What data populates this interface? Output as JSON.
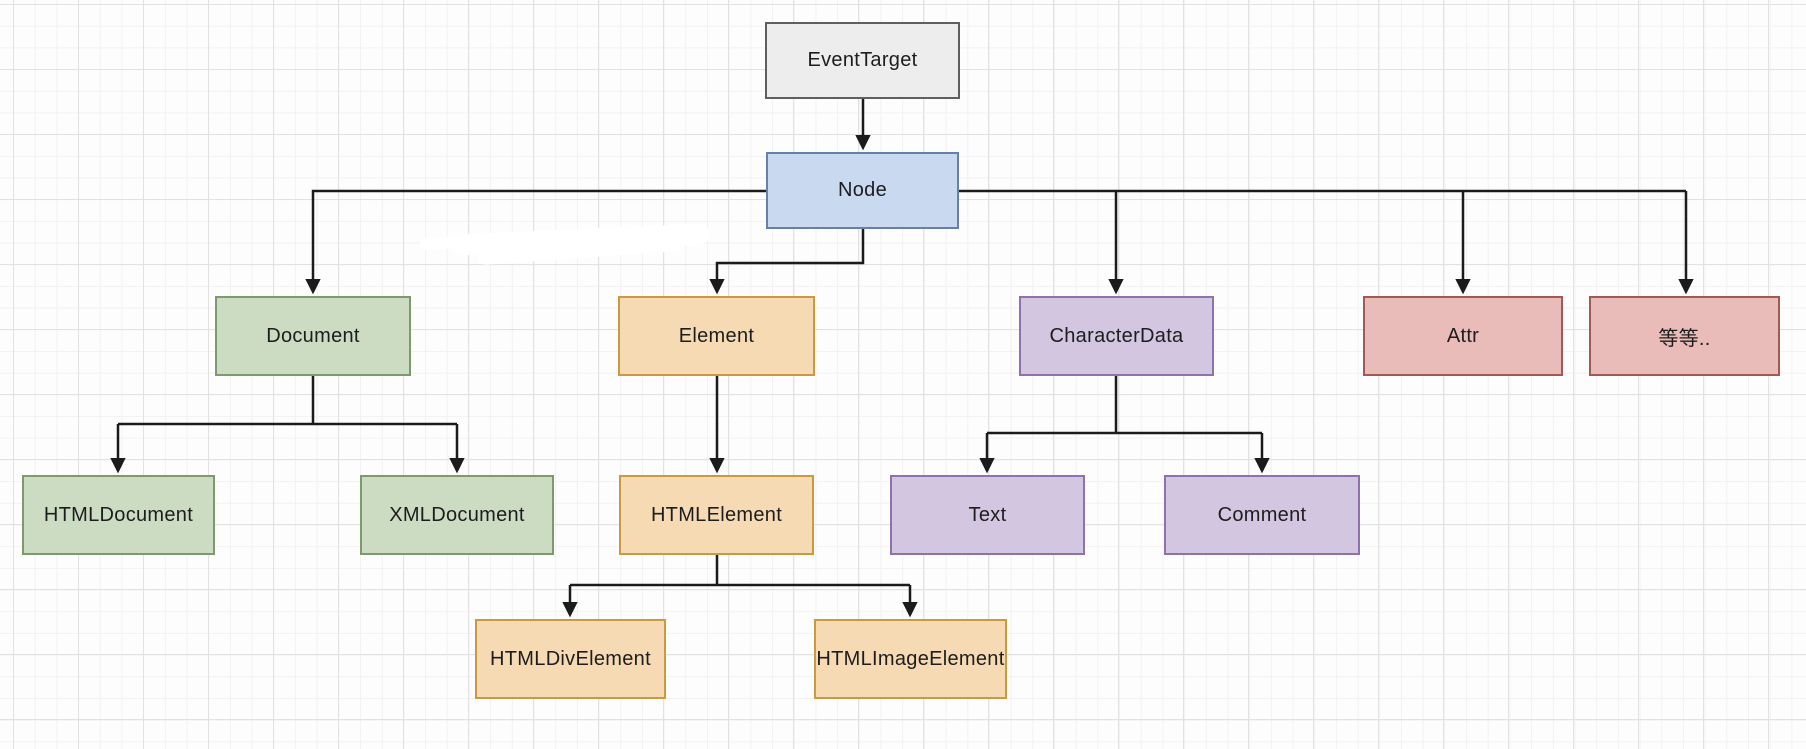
{
  "nodes": [
    {
      "id": "event-target",
      "label": "EventTarget",
      "family": "gray"
    },
    {
      "id": "node",
      "label": "Node",
      "family": "blue"
    },
    {
      "id": "document",
      "label": "Document",
      "family": "green"
    },
    {
      "id": "element",
      "label": "Element",
      "family": "orange"
    },
    {
      "id": "character-data",
      "label": "CharacterData",
      "family": "purple"
    },
    {
      "id": "attr",
      "label": "Attr",
      "family": "red"
    },
    {
      "id": "etc",
      "label": "等等..",
      "family": "red"
    },
    {
      "id": "html-document",
      "label": "HTMLDocument",
      "family": "green"
    },
    {
      "id": "xml-document",
      "label": "XMLDocument",
      "family": "green"
    },
    {
      "id": "html-element",
      "label": "HTMLElement",
      "family": "orange"
    },
    {
      "id": "text",
      "label": "Text",
      "family": "purple"
    },
    {
      "id": "comment",
      "label": "Comment",
      "family": "purple"
    },
    {
      "id": "html-div-element",
      "label": "HTMLDivElement",
      "family": "orange"
    },
    {
      "id": "html-image-element",
      "label": "HTMLImageElement",
      "family": "orange"
    }
  ],
  "edges": [
    {
      "from": "EventTarget",
      "to": "Node"
    },
    {
      "from": "Node",
      "to": "Document"
    },
    {
      "from": "Node",
      "to": "Element"
    },
    {
      "from": "Node",
      "to": "CharacterData"
    },
    {
      "from": "Node",
      "to": "Attr"
    },
    {
      "from": "Node",
      "to": "等等.."
    },
    {
      "from": "Document",
      "to": "HTMLDocument"
    },
    {
      "from": "Document",
      "to": "XMLDocument"
    },
    {
      "from": "Element",
      "to": "HTMLElement"
    },
    {
      "from": "CharacterData",
      "to": "Text"
    },
    {
      "from": "CharacterData",
      "to": "Comment"
    },
    {
      "from": "HTMLElement",
      "to": "HTMLDivElement"
    },
    {
      "from": "HTMLElement",
      "to": "HTMLImageElement"
    }
  ],
  "colors": {
    "gray_fill": "#ededed",
    "gray_border": "#5f5f5f",
    "blue_fill": "#c9daf0",
    "blue_border": "#6780a8",
    "green_fill": "#cbdcc2",
    "green_border": "#7d9a6e",
    "orange_fill": "#f6dab4",
    "orange_border": "#c99a3f",
    "purple_fill": "#d2c6e0",
    "purple_border": "#8f71ab",
    "red_fill": "#e9bcba",
    "red_border": "#a05a56",
    "connector": "#1b1b1b"
  }
}
